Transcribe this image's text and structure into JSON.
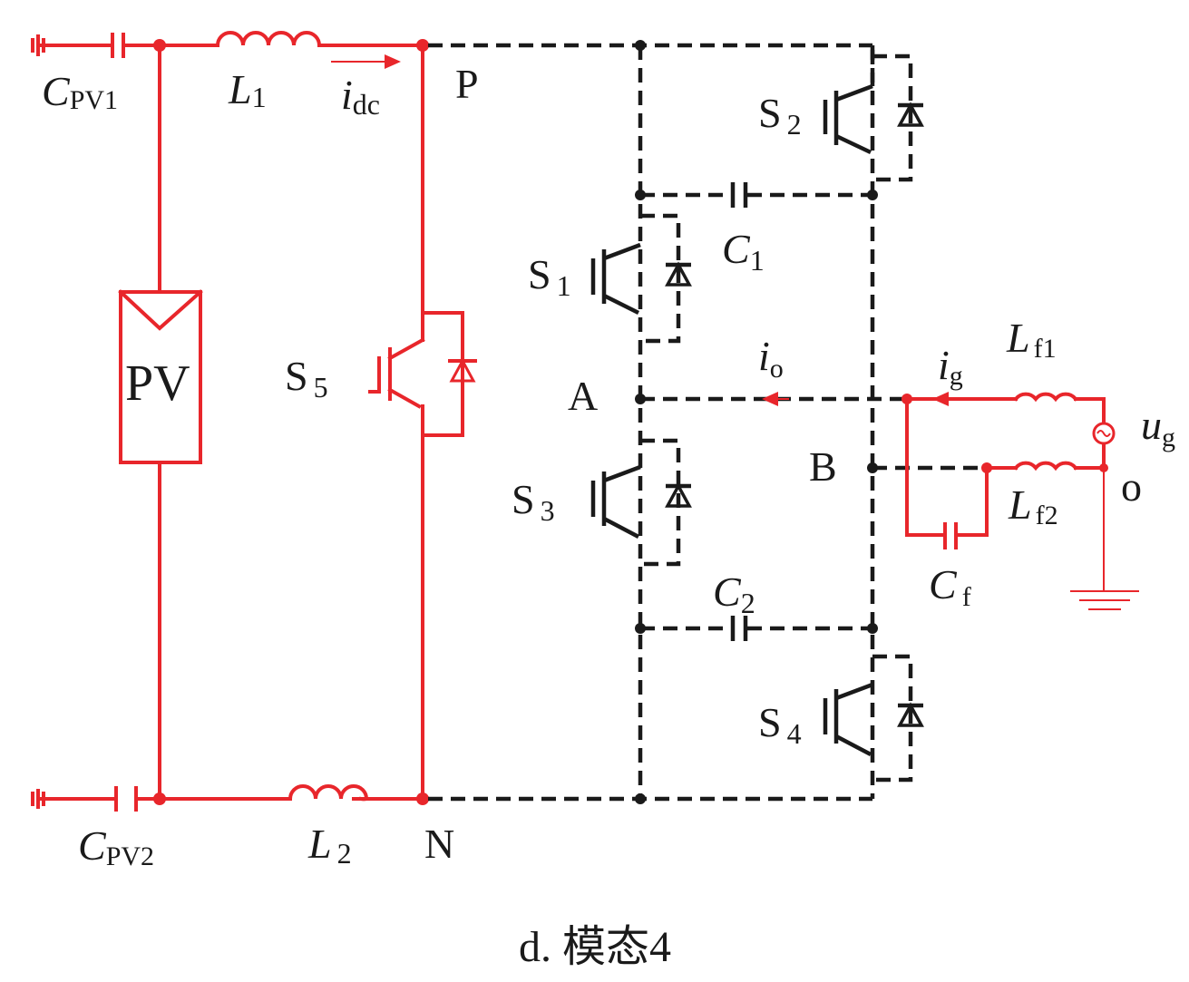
{
  "figure": {
    "caption": "d. 模态4",
    "colors": {
      "active_path": "#e8262b",
      "inactive_path": "#1a1a1a"
    }
  },
  "components": {
    "cpv1": {
      "main": "C",
      "sub": "PV1"
    },
    "cpv2": {
      "main": "C",
      "sub": "PV2"
    },
    "l1": {
      "main": "L",
      "sub": "1"
    },
    "l2": {
      "main": "L",
      "sub": "2"
    },
    "idc": {
      "main": "i",
      "sub": "dc"
    },
    "pv": {
      "label": "PV"
    },
    "s5": {
      "main": "S",
      "sub": "5"
    },
    "s1": {
      "main": "S",
      "sub": "1"
    },
    "s2": {
      "main": "S",
      "sub": "2"
    },
    "s3": {
      "main": "S",
      "sub": "3"
    },
    "s4": {
      "main": "S",
      "sub": "4"
    },
    "c1": {
      "main": "C",
      "sub": "1"
    },
    "c2": {
      "main": "C",
      "sub": "2"
    },
    "io": {
      "main": "i",
      "sub": "o"
    },
    "ig": {
      "main": "i",
      "sub": "g"
    },
    "lf1": {
      "main": "L",
      "sub": "f1"
    },
    "lf2": {
      "main": "L",
      "sub": "f2"
    },
    "cf": {
      "main": "C",
      "sub": "f"
    },
    "ug": {
      "main": "u",
      "sub": "g"
    }
  },
  "nodes": {
    "p": "P",
    "n": "N",
    "a": "A",
    "b": "B",
    "o": "o"
  }
}
